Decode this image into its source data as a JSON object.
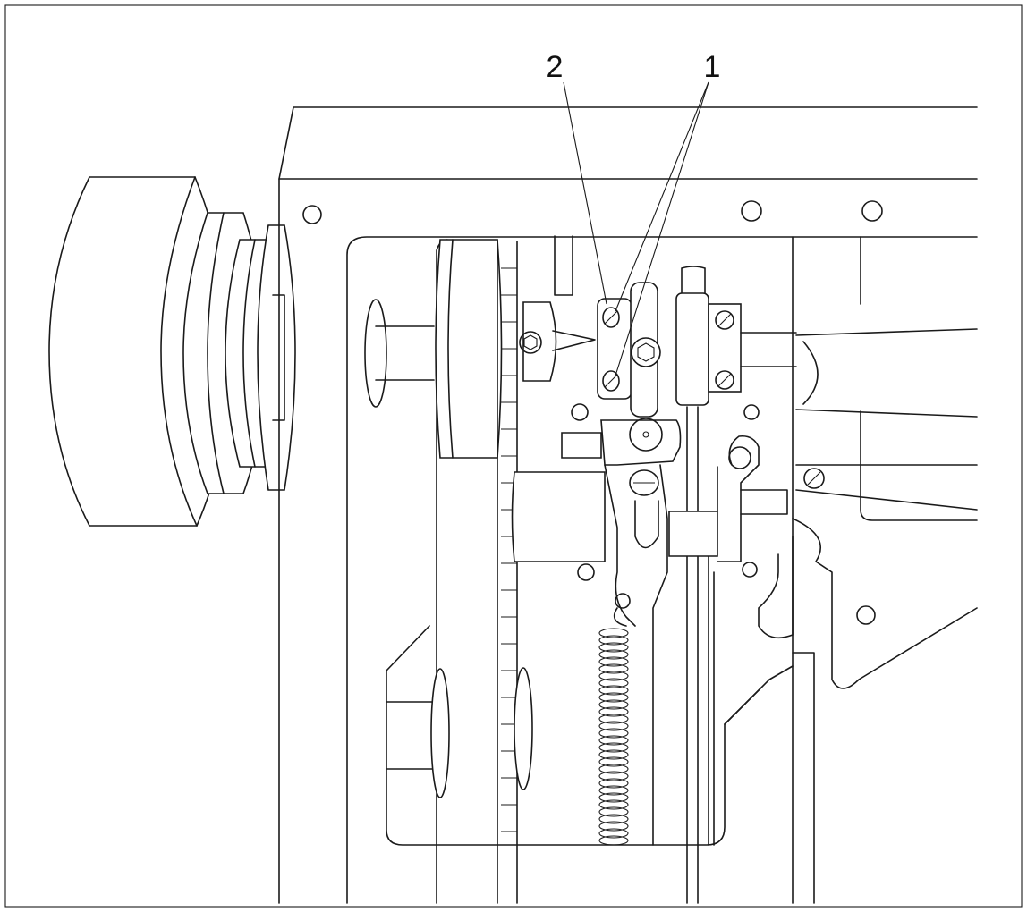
{
  "diagram": {
    "callouts": [
      {
        "id": "callout-2",
        "label": "2"
      },
      {
        "id": "callout-1",
        "label": "1"
      }
    ],
    "colors": {
      "line": "#1a1a1a",
      "background": "#ffffff"
    }
  }
}
